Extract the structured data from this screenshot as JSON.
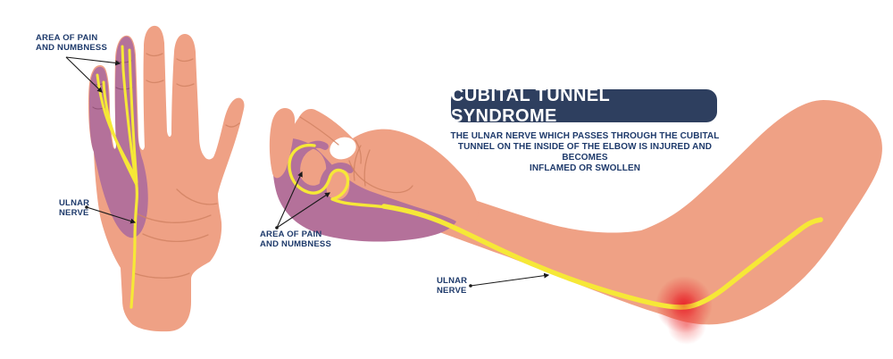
{
  "title": {
    "text": "CUBITAL TUNNEL SYNDROME"
  },
  "description": {
    "line1": "THE ULNAR NERVE WHICH PASSES THROUGH THE CUBITAL",
    "line2": "TUNNEL ON THE INSIDE OF THE ELBOW IS INJURED AND BECOMES",
    "line3": "INFLAMED OR SWOLLEN"
  },
  "labels": {
    "hand_area": {
      "line1": "AREA OF PAIN",
      "line2": "AND NUMBNESS"
    },
    "hand_ulnar": {
      "line1": "ULNAR",
      "line2": "NERVE"
    },
    "claw_area": {
      "line1": "AREA OF PAIN",
      "line2": "AND NUMBNESS"
    },
    "arm_ulnar": {
      "line1": "ULNAR",
      "line2": "NERVE"
    }
  },
  "colors": {
    "background": "#ffffff",
    "skin": "#efa185",
    "skin_shadow": "#d18363",
    "purple": "#b4719a",
    "purple_deep": "#8d4f72",
    "nerve_yellow": "#f6e837",
    "inflamed_red": "#e8262b",
    "navy": "#1e3a6b",
    "badge_bg": "#2e3f5f",
    "badge_text": "#ffffff",
    "arrow": "#1a1a1a"
  }
}
